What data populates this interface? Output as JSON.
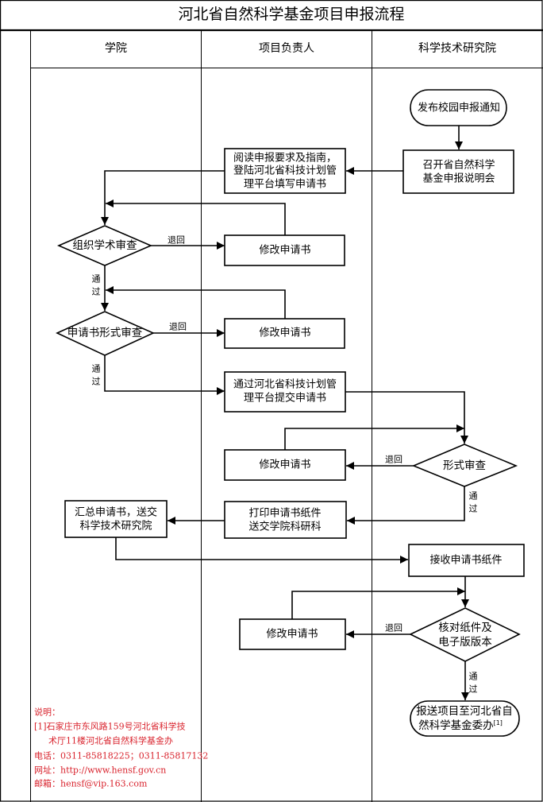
{
  "title": "河北省自然科学基金项目申报流程",
  "lanes": [
    {
      "label": "学院"
    },
    {
      "label": "项目负责人"
    },
    {
      "label": "科学技术研究院"
    }
  ],
  "nodes": {
    "publish_notice": {
      "type": "terminator",
      "lines": [
        "发布校园申报通知"
      ]
    },
    "briefing_meeting": {
      "type": "process",
      "lines": [
        "召开省自然科学",
        "基金申报说明会"
      ]
    },
    "read_and_fill": {
      "type": "process",
      "lines": [
        "阅读申报要求及指南，",
        "登陆河北省科技计划管",
        "理平台填写申请书"
      ]
    },
    "academic_review": {
      "type": "decision",
      "lines": [
        "组织学术审查"
      ]
    },
    "revise_1": {
      "type": "process",
      "lines": [
        "修改申请书"
      ]
    },
    "college_format_review": {
      "type": "decision",
      "lines": [
        "申请书形式审查"
      ]
    },
    "revise_2": {
      "type": "process",
      "lines": [
        "修改申请书"
      ]
    },
    "submit_online": {
      "type": "process",
      "lines": [
        "通过河北省科技计划管",
        "理平台提交申请书"
      ]
    },
    "format_review": {
      "type": "decision",
      "lines": [
        "形式审查"
      ]
    },
    "revise_3": {
      "type": "process",
      "lines": [
        "修改申请书"
      ]
    },
    "print_and_send": {
      "type": "process",
      "lines": [
        "打印申请书纸件",
        "送交学院科研科"
      ]
    },
    "collect_and_send": {
      "type": "process",
      "lines": [
        "汇总申请书，送交",
        "科学技术研究院"
      ]
    },
    "receive_paper": {
      "type": "process",
      "lines": [
        "接收申请书纸件"
      ]
    },
    "verify_versions": {
      "type": "decision",
      "lines": [
        "核对纸件及",
        "电子版版本"
      ]
    },
    "revise_4": {
      "type": "process",
      "lines": [
        "修改申请书"
      ]
    },
    "submit_to_foundation": {
      "type": "terminator",
      "lines": [
        "报送项目至河北省自",
        "然科学基金委办"
      ],
      "footnote": "[1]"
    }
  },
  "edge_labels": {
    "return": "退回",
    "pass": [
      "通",
      "过"
    ]
  },
  "notes": {
    "heading": "说明：",
    "lines": [
      "[1]石家庄市东风路159号河北省科学技",
      "术厅11楼河北省自然科学基金办",
      "电话：0311-85818225；0311-85817132",
      "网址：http://www.hensf.gov.cn",
      "邮箱：hensf@vip.163.com"
    ]
  },
  "colors": {
    "line": "#000000",
    "note_text": "#d9232d",
    "background": "#ffffff"
  }
}
